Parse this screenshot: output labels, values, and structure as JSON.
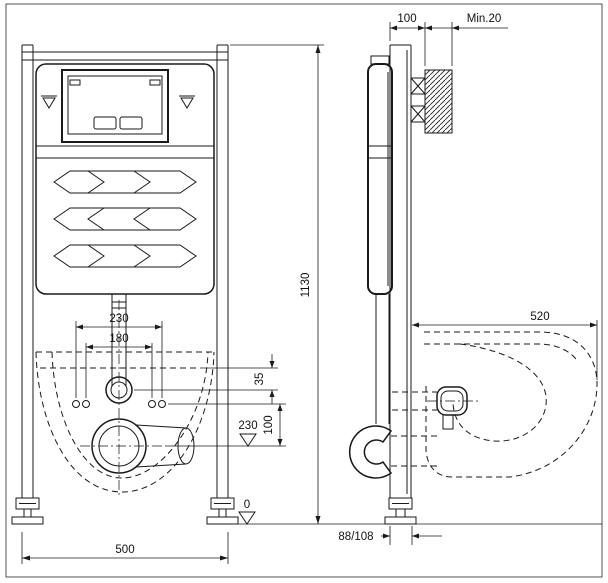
{
  "colors": {
    "line": "#1a1a1a",
    "background": "#ffffff"
  },
  "front_view": {
    "dim_hole_spacing_outer": "230",
    "dim_hole_spacing_inner": "180",
    "dim_seat_offset": "35",
    "dim_outlet_drop": "100",
    "datum_outlet_height": "230",
    "datum_floor": "0",
    "dim_overall_height": "1130",
    "dim_overall_width": "500"
  },
  "side_view": {
    "dim_wall_offset": "100",
    "dim_wall_min_thickness": "Min.20",
    "dim_installation_depth": "520",
    "dim_profile_depth": "88/108"
  }
}
